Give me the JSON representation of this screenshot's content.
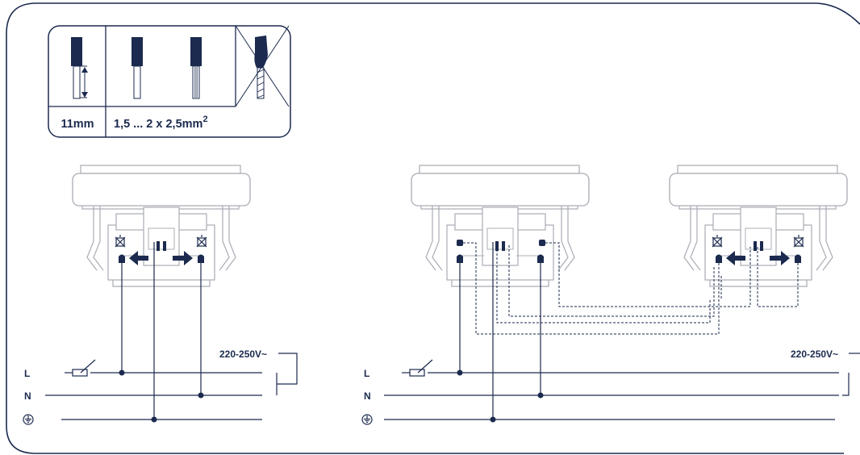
{
  "colors": {
    "ink": "#1b2a4e",
    "outline": "#a9acb4",
    "frame": "#1b2a4e"
  },
  "wire_spec": {
    "strip_length": "11mm",
    "cross_section": "1,5 ... 2 x 2,5mm",
    "cross_section_sup": "2"
  },
  "left_circuit": {
    "voltage_label": "220-250V~",
    "lines": {
      "live": "L",
      "neutral": "N"
    }
  },
  "right_circuit": {
    "voltage_label": "220-250V~",
    "lines": {
      "live": "L",
      "neutral": "N"
    }
  },
  "icons": {
    "earth": "earth-ground-icon",
    "fuse": "fuse-icon",
    "release": "terminal-release-icon",
    "arrow": "arrow-icon"
  }
}
